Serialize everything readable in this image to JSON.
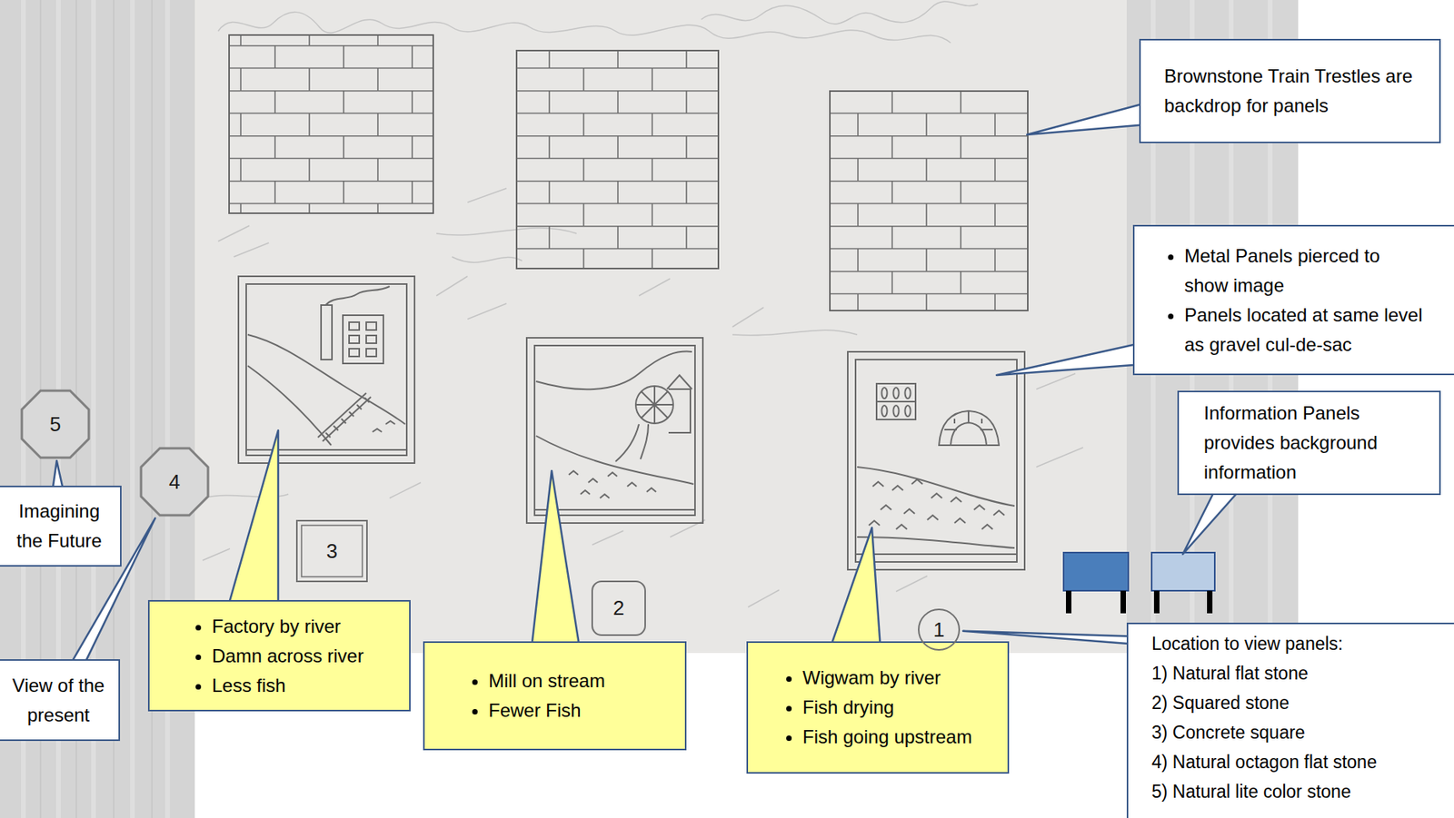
{
  "diagram": {
    "nodes": [
      {
        "text": [
          "Brownstone Train Trestles are backdrop for panels"
        ]
      },
      {
        "text": [
          "Metal Panels pierced to show image",
          "Panels located at same level as gravel cul-de-sac"
        ]
      },
      {
        "text": [
          "Information Panels provides background information"
        ]
      },
      {
        "text": [
          "5"
        ]
      },
      {
        "text": [
          "Imagining the Future"
        ]
      },
      {
        "text": [
          "4"
        ]
      },
      {
        "text": [
          "Factory by river",
          "Damn across river",
          "Less fish"
        ]
      },
      {
        "text": [
          "Mill on stream",
          "Fewer Fish"
        ]
      },
      {
        "text": [
          "Wigwam by river",
          "Fish drying",
          "Fish going upstream"
        ]
      },
      {
        "text": [
          "3"
        ]
      },
      {
        "text": [
          "2"
        ]
      },
      {
        "text": [
          "1"
        ]
      },
      {
        "text": [
          "View of the present"
        ]
      },
      {
        "text": [
          "Location to view panels:",
          "1) Natural flat stone",
          "2) Squared stone",
          "3) Concrete square",
          "4) Natural octagon flat stone",
          "5) Natural lite color stone"
        ]
      }
    ],
    "edges": [
      {
        "from": 13,
        "to": 11,
        "arrow": "none"
      },
      {
        "from": 12,
        "to": 5,
        "arrow": "none"
      },
      {
        "from": 4,
        "to": 3,
        "arrow": "none"
      }
    ]
  }
}
